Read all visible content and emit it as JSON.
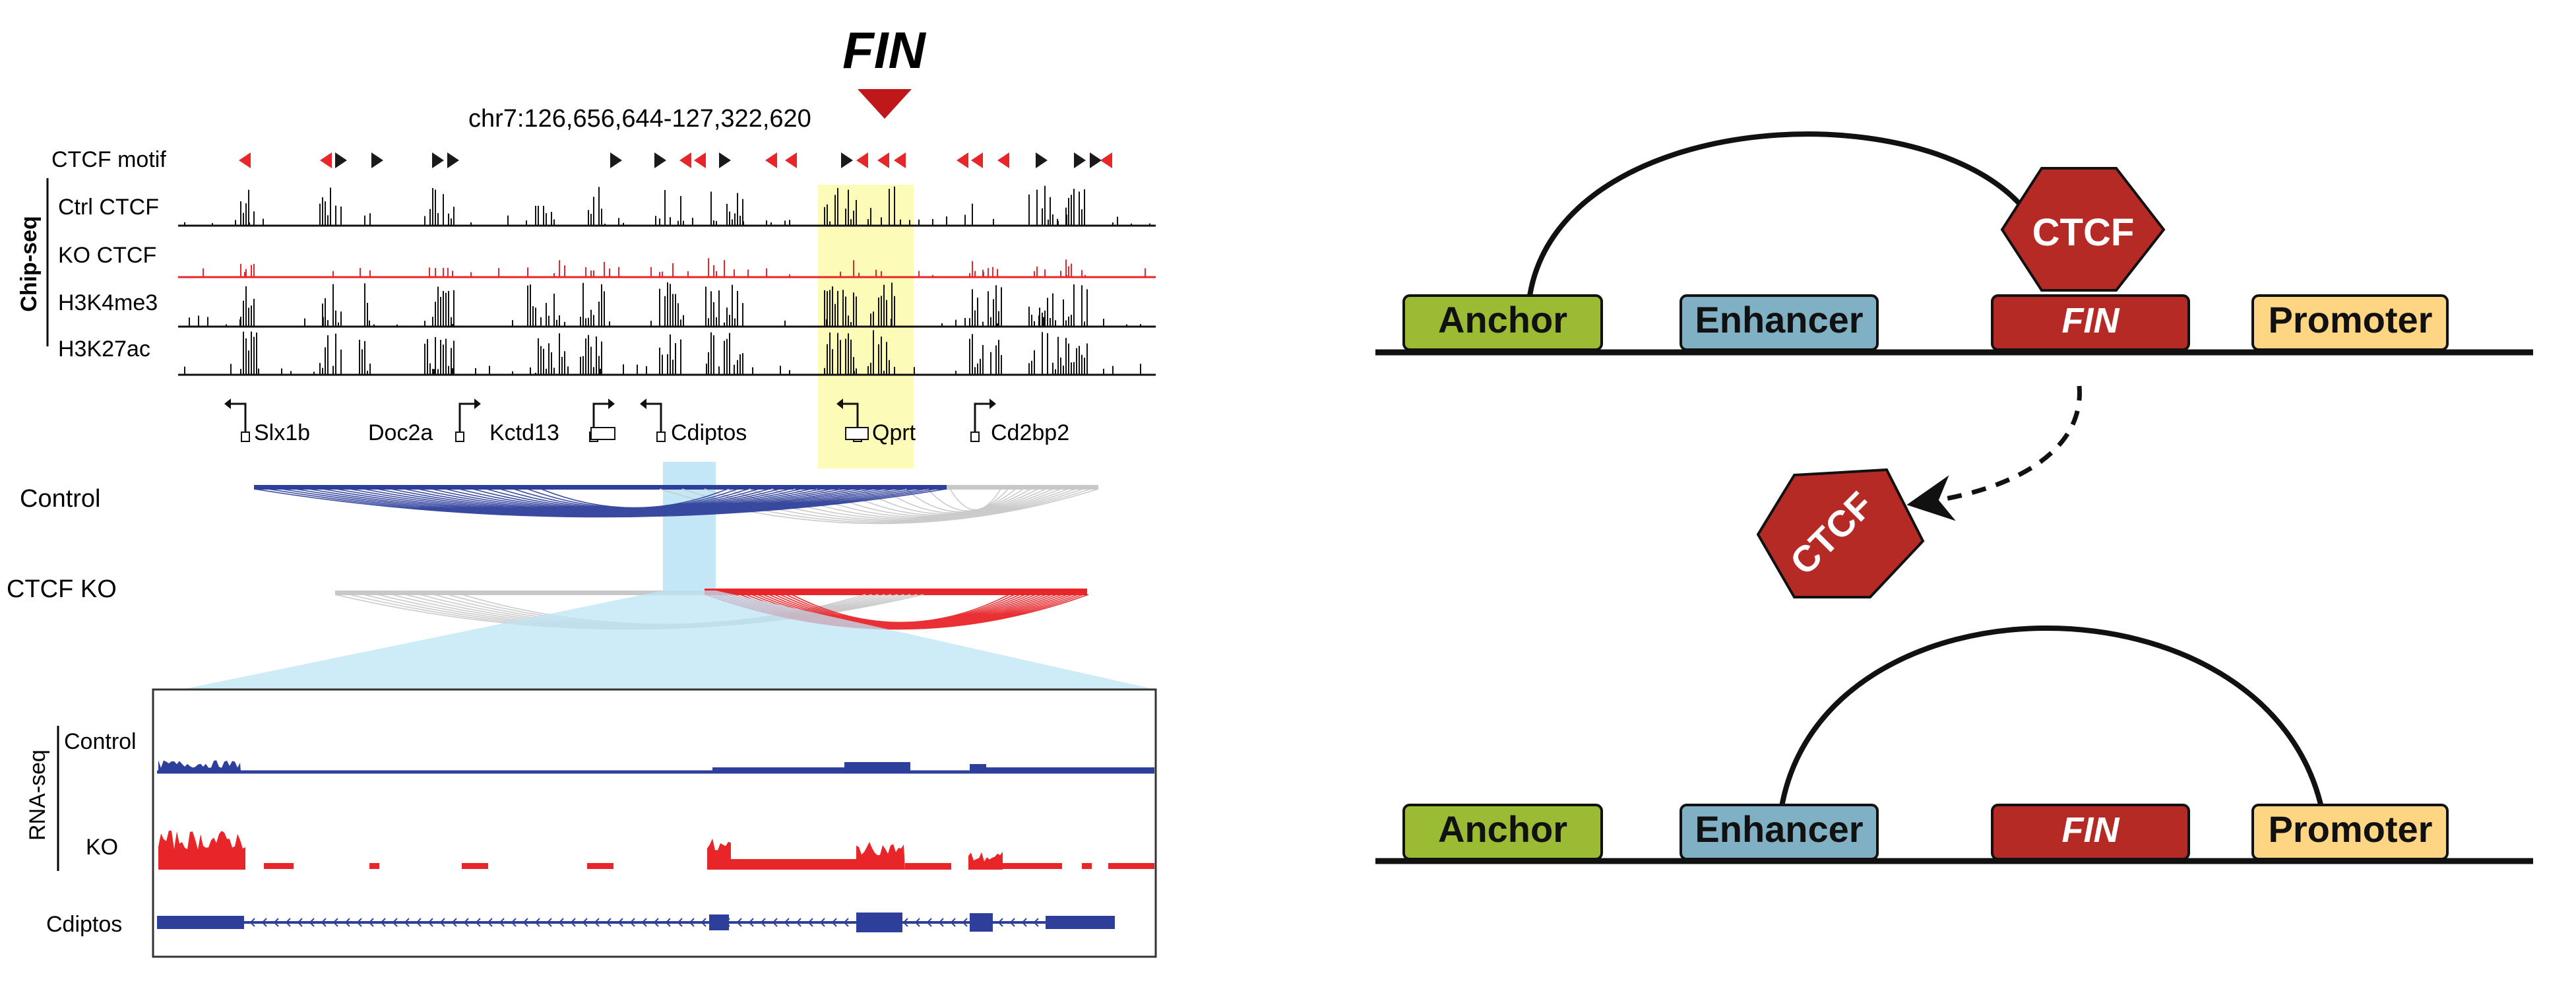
{
  "panel_a": {
    "fin_label": "FIN",
    "coords": "chr7:126,656,644-127,322,620",
    "motif_label": "CTCF motif",
    "chip_group": "Chip-seq",
    "tracks": [
      "Ctrl CTCF",
      "KO CTCF",
      "H3K4me3",
      "H3K27ac"
    ],
    "genes": [
      "Slx1b",
      "Doc2a",
      "Kctd13",
      "Cdiptos",
      "Qprt",
      "Cd2bp2"
    ],
    "arc_rows": [
      "Control",
      "CTCF KO"
    ],
    "rna_group": "RNA-seq",
    "rna_tracks": [
      "Control",
      "KO"
    ],
    "gene_model": "Cdiptos"
  },
  "panel_b": {
    "top": {
      "anchor": "Anchor",
      "enhancer": "Enhancer",
      "fin": "FIN",
      "promoter": "Promoter",
      "ctcf_bound": "CTCF"
    },
    "released_ctcf": "CTCF",
    "bottom": {
      "anchor": "Anchor",
      "enhancer": "Enhancer",
      "fin": "FIN",
      "promoter": "Promoter"
    }
  },
  "colors": {
    "red": "#e8262a",
    "dark_red": "#b62a25",
    "blue": "#2e3f9b",
    "gray": "#c8c8c8",
    "yellow_highlight": "#fdfbb0",
    "blue_highlight": "#bde4f5",
    "anchor_green": "#9bbb34",
    "enhancer_blue": "#7fb0c4",
    "promoter_orange": "#fdd583",
    "fin_red": "#b62a25"
  }
}
